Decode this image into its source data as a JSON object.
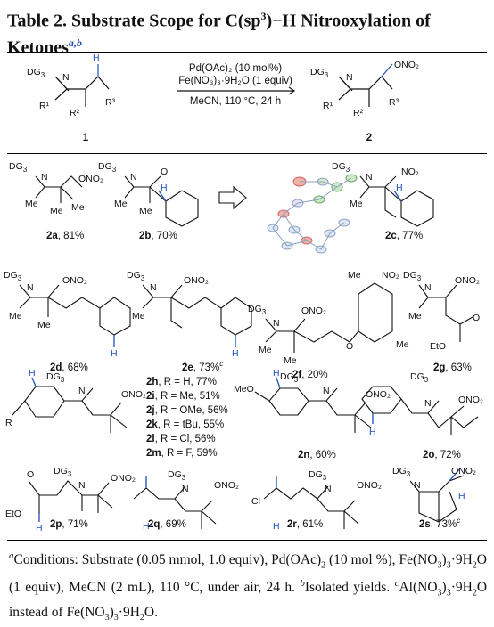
{
  "title": {
    "main": "Table 2. Substrate Scope for C(sp",
    "sup3": "3",
    "rest": ")−H Nitrooxylation of Ketones",
    "marks": "a,b"
  },
  "scheme": {
    "reagent1": "Pd(OAc)₂ (10 mol%)",
    "reagent2": "Fe(NO₃)₃·9H₂O (1 equiv)",
    "conditions": "MeCN, 110 °C, 24 h",
    "sm_label": "1",
    "product_label": "2"
  },
  "entries": [
    {
      "id": "2a",
      "yield": ", 81%"
    },
    {
      "id": "2b",
      "yield": ", 70%"
    },
    {
      "id": "2c",
      "yield": ", 77%"
    },
    {
      "id": "2d",
      "yield": ", 68%"
    },
    {
      "id": "2e",
      "yield": ", 73%",
      "mark": "c"
    },
    {
      "id": "2f",
      "yield": ", 20%"
    },
    {
      "id": "2g",
      "yield": ", 63%"
    },
    {
      "id": "2n",
      "yield": ", 60%"
    },
    {
      "id": "2o",
      "yield": ", 72%"
    },
    {
      "id": "2p",
      "yield": ", 71%"
    },
    {
      "id": "2q",
      "yield": ", 69%"
    },
    {
      "id": "2r",
      "yield": ", 61%"
    },
    {
      "id": "2s",
      "yield": ", 73%",
      "mark": "c"
    }
  ],
  "r_series": [
    {
      "id": "2h",
      "text": ", R = H, 77%"
    },
    {
      "id": "2i",
      "text": ", R = Me, 51%"
    },
    {
      "id": "2j",
      "text": ", R = OMe, 56%"
    },
    {
      "id": "2k",
      "text": ", R = tBu, 55%"
    },
    {
      "id": "2l",
      "text": ", R = Cl, 56%"
    },
    {
      "id": "2m",
      "text": ", R = F, 59%"
    }
  ],
  "structure_text": {
    "dg3": "DG",
    "dg3_sub": "3",
    "n": "N",
    "ono2": "ONO₂",
    "no2": "NO₂",
    "me": "Me",
    "h": "H",
    "r": "R",
    "r1": "R¹",
    "r2": "R²",
    "r3": "R³",
    "eto": "EtO",
    "o": "O",
    "meo": "MeO",
    "cl": "Cl"
  },
  "footnote": {
    "a_mark": "a",
    "a_text": "Conditions: Substrate (0.05 mmol, 1.0 equiv), Pd(OAc)",
    "a_text2": " (10 mol %), Fe(NO",
    "a_text3": ")",
    "a_text4": "·9H",
    "a_text5": "O (1 equiv), MeCN (2 mL), 110 °C, under air, 24 h. ",
    "b_mark": "b",
    "b_text": "Isolated yields. ",
    "c_mark": "c",
    "c_text": "Al(NO",
    "c_text2": ")",
    "c_text3": "·9H",
    "c_text4": "O instead of Fe(NO",
    "c_text5": ")",
    "c_text6": "·9H",
    "c_text7": "O."
  },
  "colors": {
    "highlight": "#1d4fb8",
    "text": "#111111",
    "accent_green": "#7cc36b",
    "accent_red": "#e27560"
  }
}
